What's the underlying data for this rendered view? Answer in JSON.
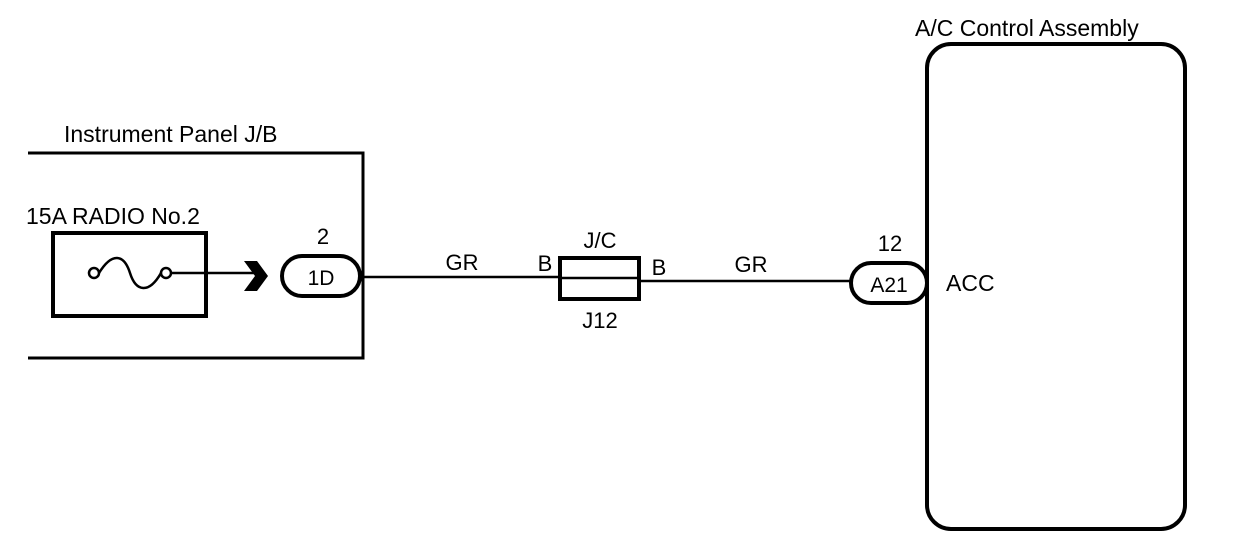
{
  "instrument_panel": {
    "title": "Instrument Panel J/B",
    "fuse_label": "15A RADIO No.2",
    "connector_code": "1D",
    "connector_pin": "2"
  },
  "wires": {
    "left_color": "GR",
    "right_color": "GR"
  },
  "junction": {
    "name": "J/C",
    "code": "J12",
    "left_terminal": "B",
    "right_terminal": "B"
  },
  "ac_control": {
    "title": "A/C Control Assembly",
    "connector_code": "A21",
    "connector_pin": "12",
    "terminal_label": "ACC"
  }
}
